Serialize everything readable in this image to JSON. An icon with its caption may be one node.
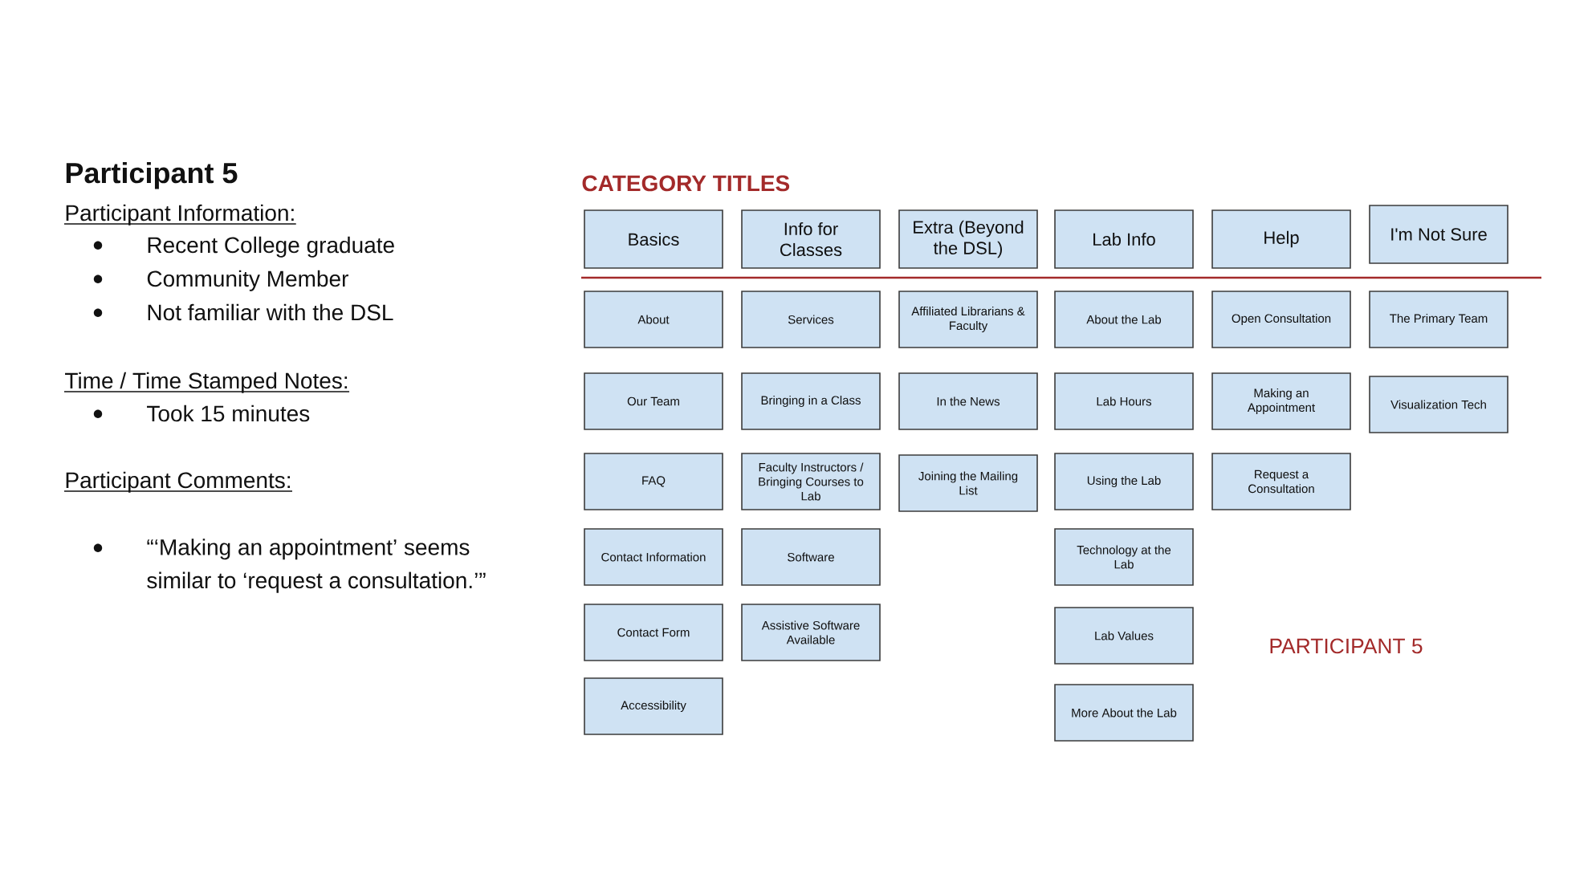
{
  "diagram": {
    "title": "Participant 5",
    "nodes": [
      {
        "text": [
          "Basics"
        ]
      },
      {
        "text": [
          "Info for Classes"
        ]
      },
      {
        "text": [
          "Extra (Beyond the DSL)"
        ]
      },
      {
        "text": [
          "Lab Info"
        ]
      },
      {
        "text": [
          "Help"
        ]
      },
      {
        "text": [
          "I'm Not Sure"
        ]
      },
      {
        "text": [
          "About"
        ]
      },
      {
        "text": [
          "Services"
        ]
      },
      {
        "text": [
          "Affiliated Librarians & Faculty"
        ]
      },
      {
        "text": [
          "About the Lab"
        ]
      },
      {
        "text": [
          "Open Consultation"
        ]
      },
      {
        "text": [
          "The Primary Team"
        ]
      },
      {
        "text": [
          "Our Team"
        ]
      },
      {
        "text": [
          "Bringing in a Class"
        ]
      },
      {
        "text": [
          "In the News"
        ]
      },
      {
        "text": [
          "Lab Hours"
        ]
      },
      {
        "text": [
          "Making an Appointment"
        ]
      },
      {
        "text": [
          "Visualization Tech"
        ]
      },
      {
        "text": [
          "FAQ"
        ]
      },
      {
        "text": [
          "Faculty Instructors / Bringing Courses to Lab"
        ]
      },
      {
        "text": [
          "Joining the Mailing List"
        ]
      },
      {
        "text": [
          "Using the Lab"
        ]
      },
      {
        "text": [
          "Request a Consultation"
        ]
      },
      {
        "text": [
          "Contact Information"
        ]
      },
      {
        "text": [
          "Software"
        ]
      },
      {
        "text": [
          "Technology at the Lab"
        ]
      },
      {
        "text": [
          "Contact Form"
        ]
      },
      {
        "text": [
          "Assistive Software Available"
        ]
      },
      {
        "text": [
          "Lab Values"
        ]
      },
      {
        "text": [
          "Accessibility"
        ]
      },
      {
        "text": [
          "More About the Lab"
        ]
      }
    ],
    "labels": [
      "Participant Information:",
      "Recent College graduate",
      "Community Member",
      "Not familiar with the DSL",
      "Time / Time Stamped Notes:",
      "Took 15 minutes",
      "Participant Comments:",
      "“‘Making an appointment’ seems similar to ‘request a consultation.’”",
      "CATEGORY TITLES",
      "PARTICIPANT 5"
    ]
  }
}
